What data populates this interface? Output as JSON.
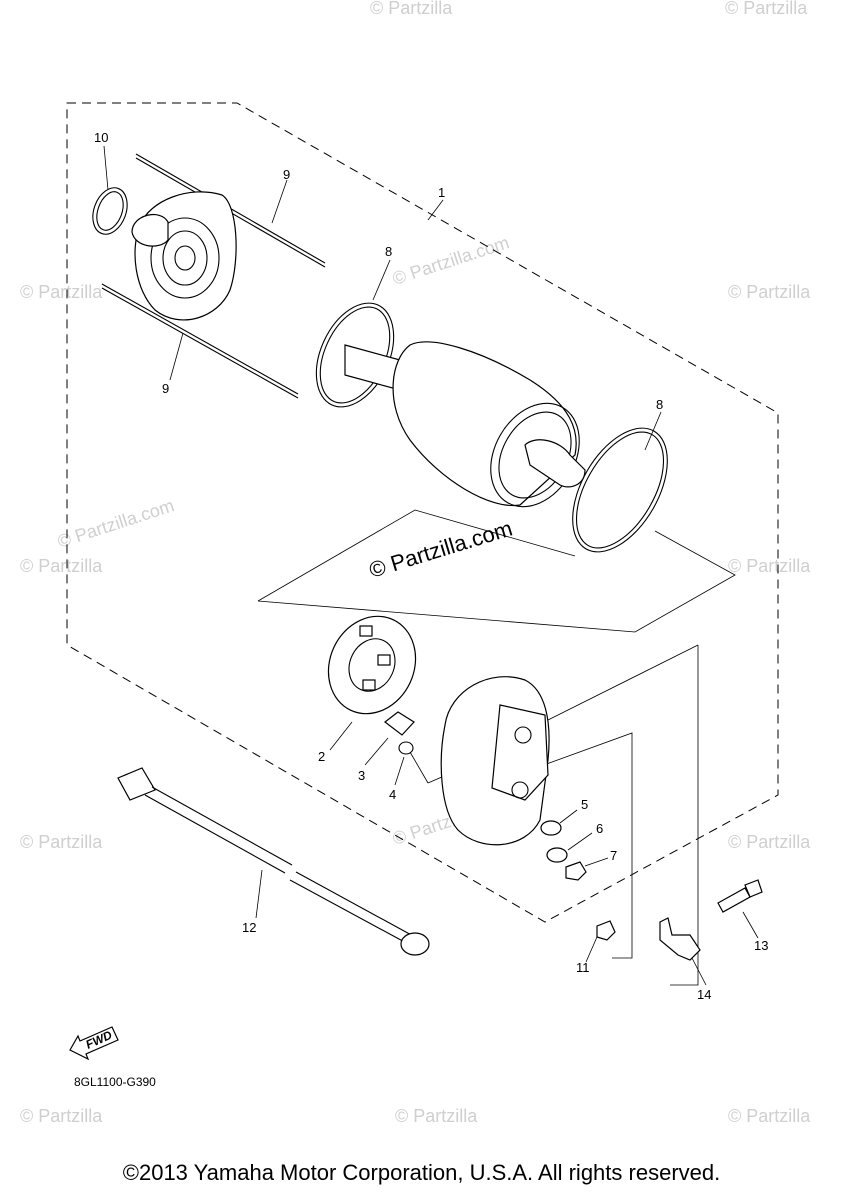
{
  "diagram": {
    "callouts": [
      "1",
      "2",
      "3",
      "4",
      "5",
      "6",
      "7",
      "8",
      "8",
      "9",
      "9",
      "10",
      "11",
      "12",
      "13",
      "14"
    ],
    "diagram_code": "8GL1100-G390",
    "fwd_label": "FWD",
    "watermark_center": "© Partzilla.com",
    "watermark_small": "© Partzilla",
    "watermark_small_alt": "© Partzilla.com"
  },
  "footer": {
    "copyright": "©2013 Yamaha Motor Corporation, U.S.A. All rights reserved."
  }
}
